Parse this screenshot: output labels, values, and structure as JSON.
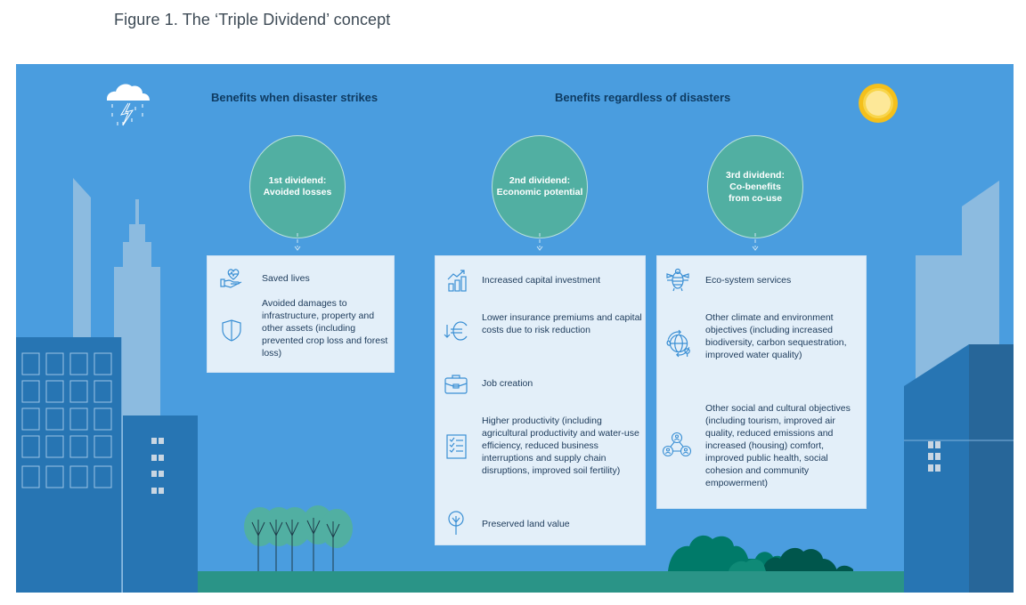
{
  "figure_title": "Figure 1. The ‘Triple Dividend’ concept",
  "sections": {
    "disaster": "Benefits when disaster strikes",
    "regardless": "Benefits regardless of disasters"
  },
  "dividends": [
    {
      "label": "1st dividend:\nAvoided losses",
      "items": [
        {
          "icon": "heart-hand-icon",
          "text": "Saved lives"
        },
        {
          "icon": "shield-icon",
          "text": "Avoided damages to infrastructure, property and other assets (including prevented crop loss and forest loss)"
        }
      ]
    },
    {
      "label": "2nd dividend:\nEconomic potential",
      "items": [
        {
          "icon": "chart-growth-icon",
          "text": "Increased capital investment"
        },
        {
          "icon": "euro-down-icon",
          "text": "Lower insurance premiums and capital costs due to risk reduction"
        },
        {
          "icon": "briefcase-icon",
          "text": "Job creation"
        },
        {
          "icon": "checklist-icon",
          "text": "Higher productivity (including agricultural productivity and water-use efficiency, reduced business interruptions and supply chain disruptions, improved soil fertility)"
        },
        {
          "icon": "tree-icon",
          "text": "Preserved land value"
        }
      ]
    },
    {
      "label": "3rd dividend:\nCo-benefits\nfrom co-use",
      "items": [
        {
          "icon": "bee-icon",
          "text": "Eco-system services"
        },
        {
          "icon": "globe-cycle-icon",
          "text": "Other climate and environment objectives (including increased biodiversity, carbon sequestration, improved water quality)"
        },
        {
          "icon": "community-network-icon",
          "text": "Other social and cultural objectives (including tourism, improved air quality, reduced emissions and increased (housing) comfort, improved public health, social cohesion and community empowerment)"
        }
      ]
    }
  ],
  "decorations": {
    "left": "storm-cloud-icon",
    "right": "sun-icon"
  },
  "colors": {
    "sky": "#4a9ddf",
    "circle": "#51afa2",
    "box": "#e3eff9",
    "heading": "#0e3b62",
    "text": "#1c3a5a",
    "icon": "#3a8fd4",
    "ground": "#2a9487",
    "building_dark": "#2775b3",
    "building_light": "#8cbbe0"
  }
}
